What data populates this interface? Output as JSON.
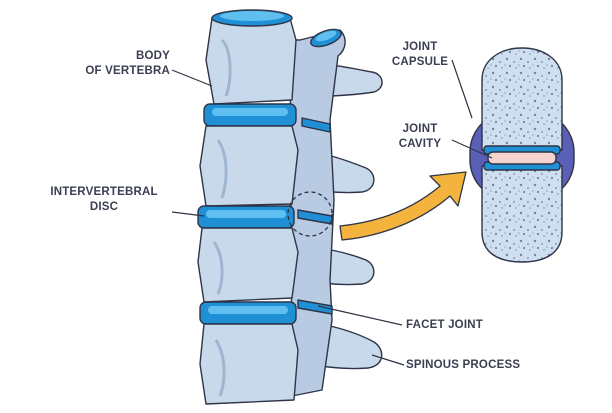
{
  "labels": {
    "body_of_vertebra": [
      "BODY",
      "OF VERTEBRA"
    ],
    "intervertebral_disc": [
      "INTERVERTEBRAL",
      "DISC"
    ],
    "facet_joint": "FACET JOINT",
    "spinous_process": "SPINOUS PROCESS",
    "joint_capsule": [
      "JOINT",
      "CAPSULE"
    ],
    "joint_cavity": [
      "JOINT",
      "CAVITY"
    ]
  },
  "colors": {
    "bone": "#c9d9ec",
    "bone_light": "#dde8f5",
    "bone_shade": "#9fb6d1",
    "outline": "#2f3446",
    "disc": "#1f8fd6",
    "disc_light": "#5fc0f0",
    "capsule": "#5a5fb8",
    "cavity": "#f5d3cf",
    "arrow": "#f3b33d",
    "text": "#3a3f52"
  }
}
